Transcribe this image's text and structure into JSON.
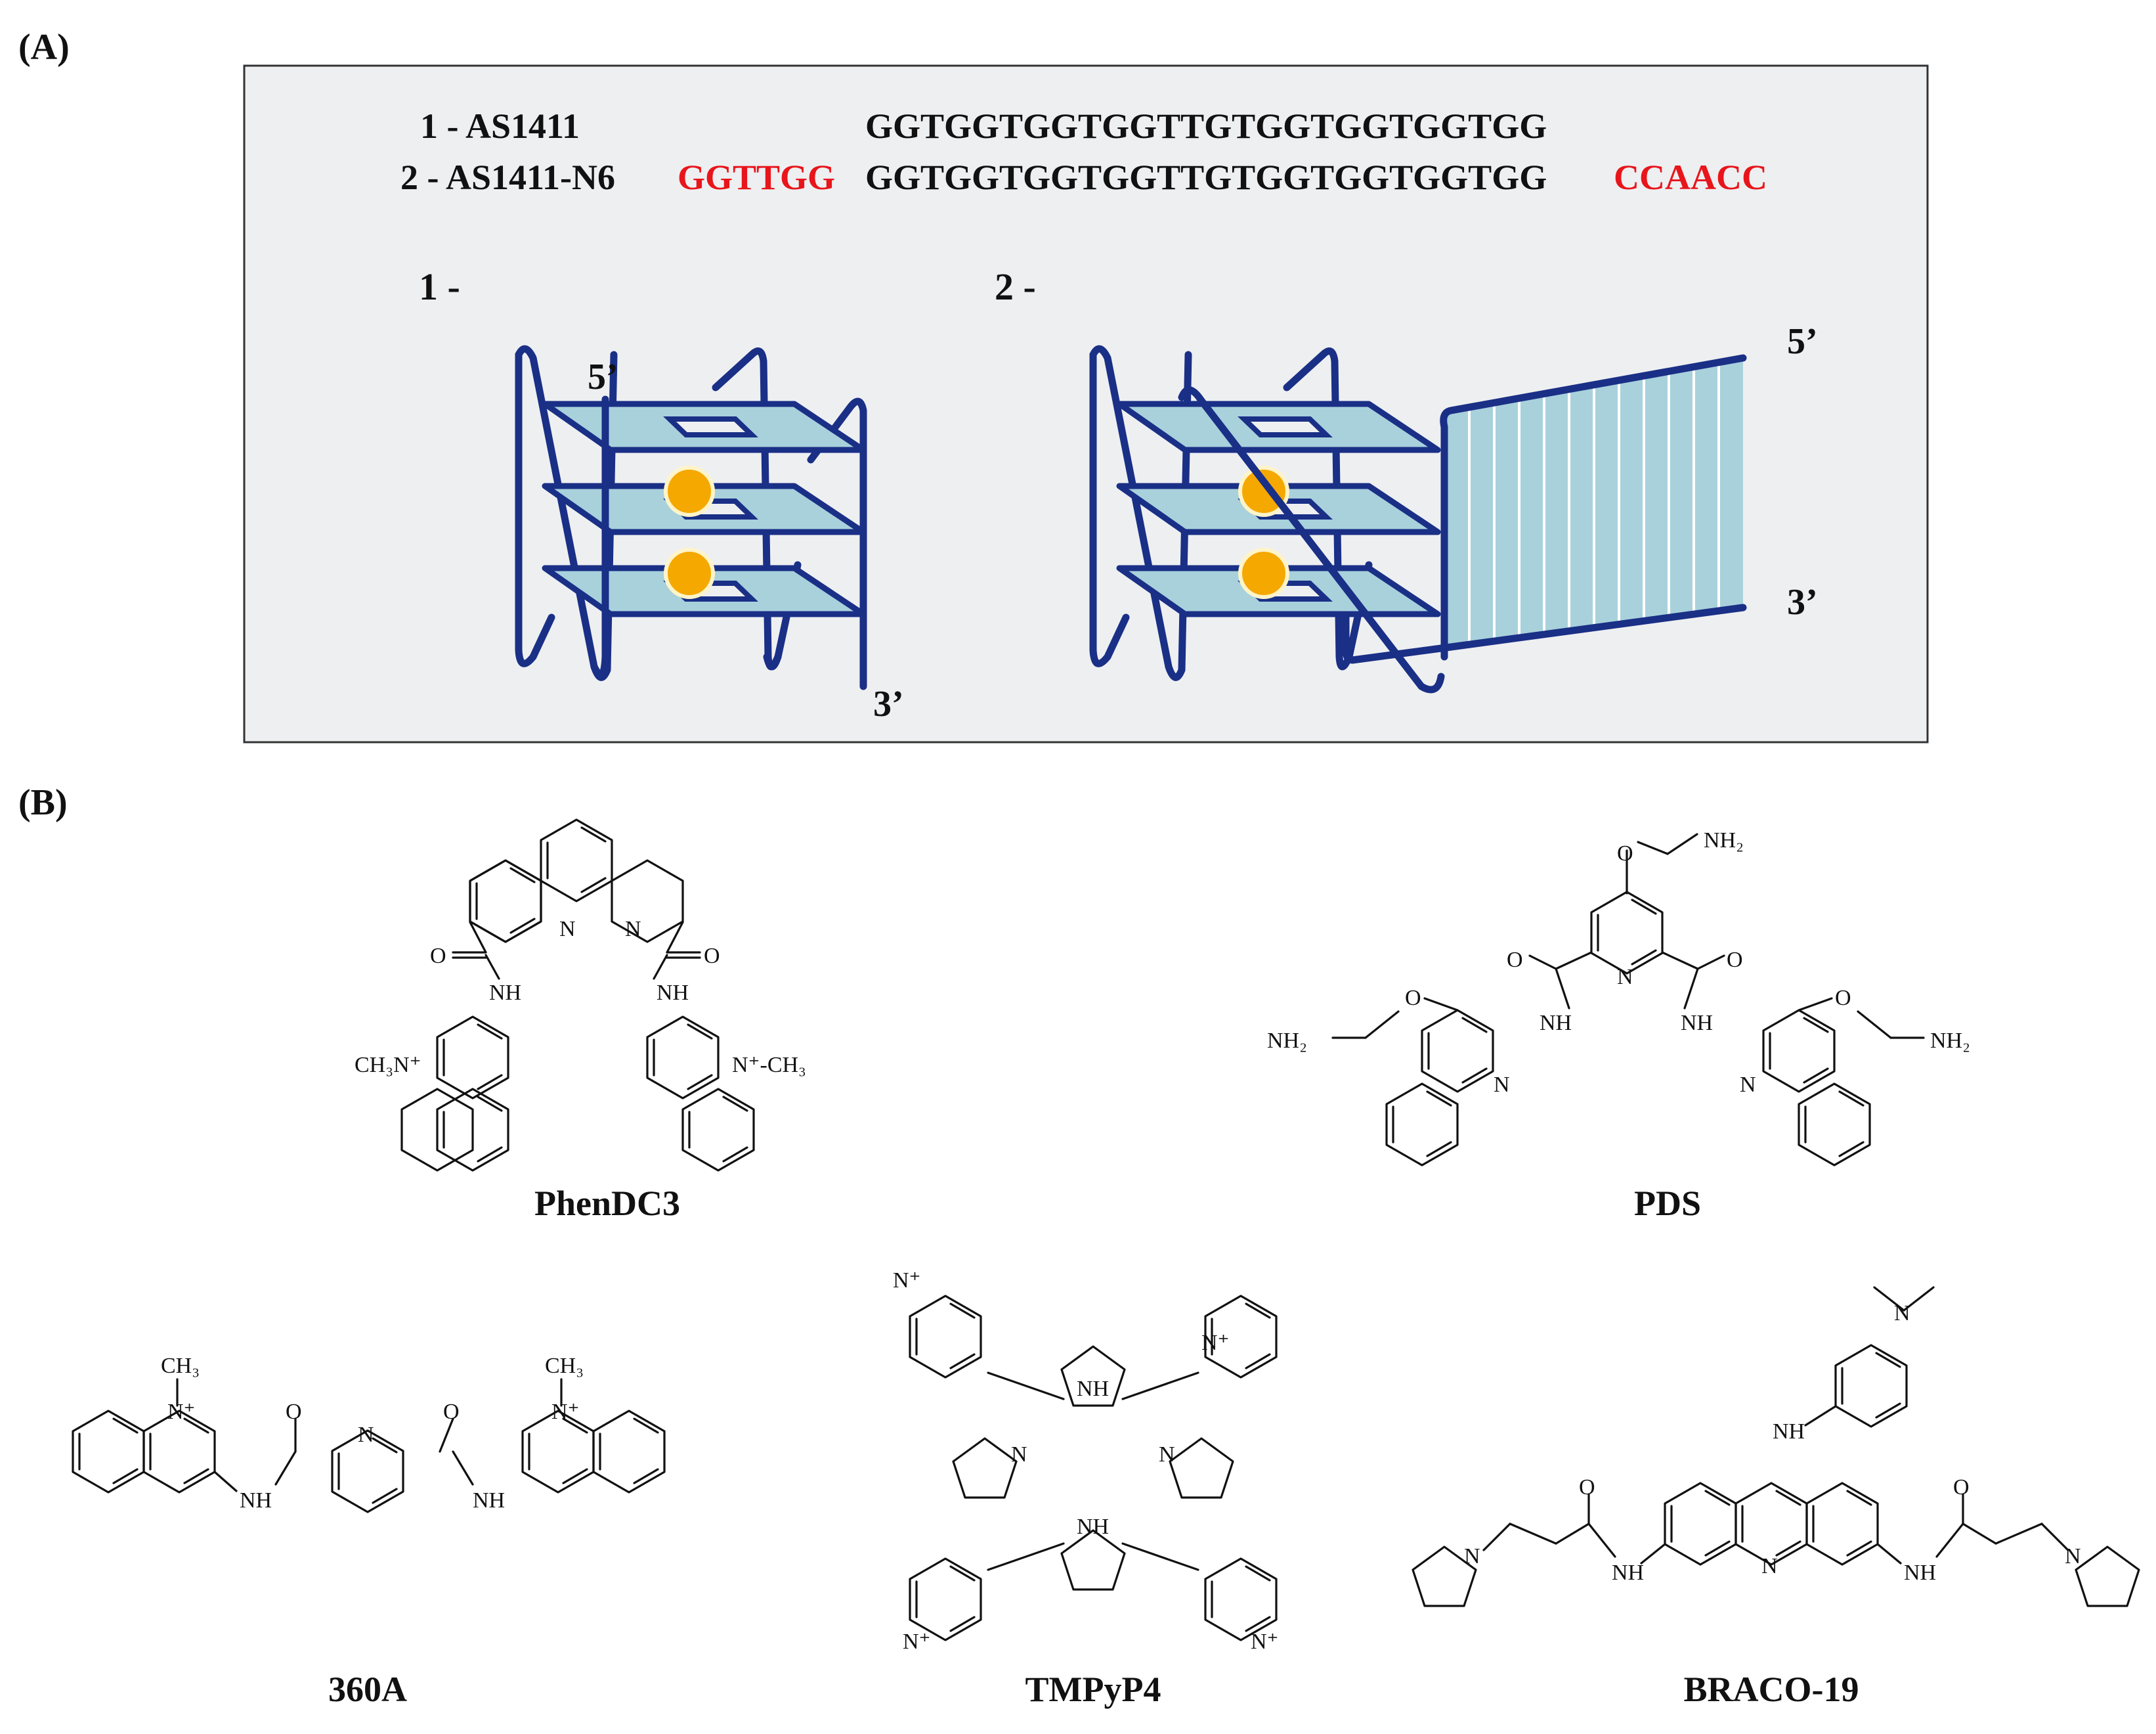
{
  "panel_a": {
    "label": "(A)",
    "sequences": [
      {
        "name": "1 - AS1411",
        "prefix": "",
        "core": "GGTGGTGGTGGTTGTGGTGGTGGTGG",
        "suffix": ""
      },
      {
        "name": "2 - AS1411-N6",
        "prefix": "GGTTGG",
        "core": "GGTGGTGGTGGTTGTGGTGGTGGTGG",
        "suffix": "CCAACC"
      }
    ],
    "structure_1": {
      "label": "1 -",
      "end5": "5’",
      "end3": "3’"
    },
    "structure_2": {
      "label": "2 -",
      "end5": "5’",
      "end3": "3’"
    },
    "colors": {
      "strand": "#1a2f86",
      "tetrad": "#a8d1dc",
      "ion": "#f5a800",
      "extension_text": "#e8151b",
      "panel_bg": "#eeeff1"
    }
  },
  "panel_b": {
    "label": "(B)",
    "compounds": [
      {
        "name": "PhenDC3"
      },
      {
        "name": "PDS"
      },
      {
        "name": "360A"
      },
      {
        "name": "TMPyP4"
      },
      {
        "name": "BRACO-19"
      }
    ]
  },
  "atoms": {
    "N": "N",
    "NH": "NH",
    "O": "O",
    "NH2": "NH₂",
    "CH3": "CH₃",
    "N_plus": "N⁺",
    "CH3N_plus": "CH₃N⁺",
    "N_plus_CH3": "N⁺-CH₃"
  }
}
